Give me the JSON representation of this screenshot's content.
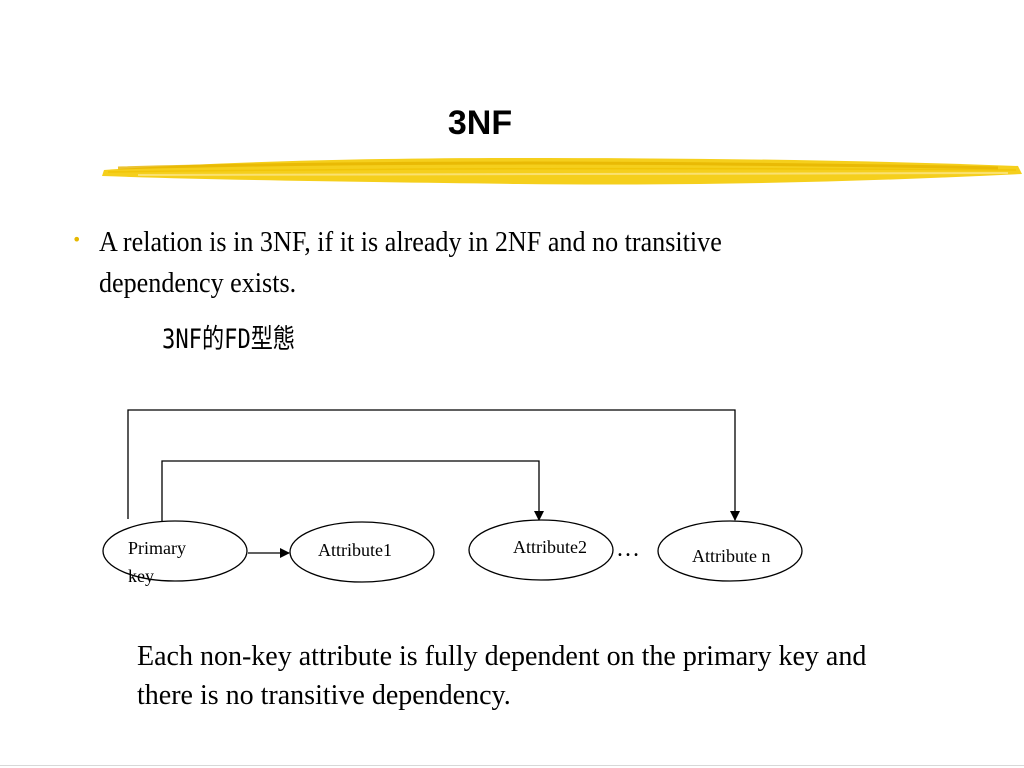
{
  "slide": {
    "title": "3NF",
    "bullet": "A relation is in 3NF, if it is already in 2NF and no transitive dependency exists.",
    "subheading": "3NF的FD型態",
    "caption": "Each non-key attribute is fully dependent on the primary key and there is no transitive dependency.",
    "accent_color": "#f2c500"
  },
  "diagram": {
    "nodes": [
      {
        "id": "primary-key",
        "label_line1": "Primary",
        "label_line2": "key"
      },
      {
        "id": "attribute1",
        "label": "Attribute1"
      },
      {
        "id": "attribute2",
        "label": "Attribute2"
      },
      {
        "id": "ellipsis",
        "label": "…"
      },
      {
        "id": "attribute-n",
        "label": "Attribute n"
      }
    ]
  }
}
